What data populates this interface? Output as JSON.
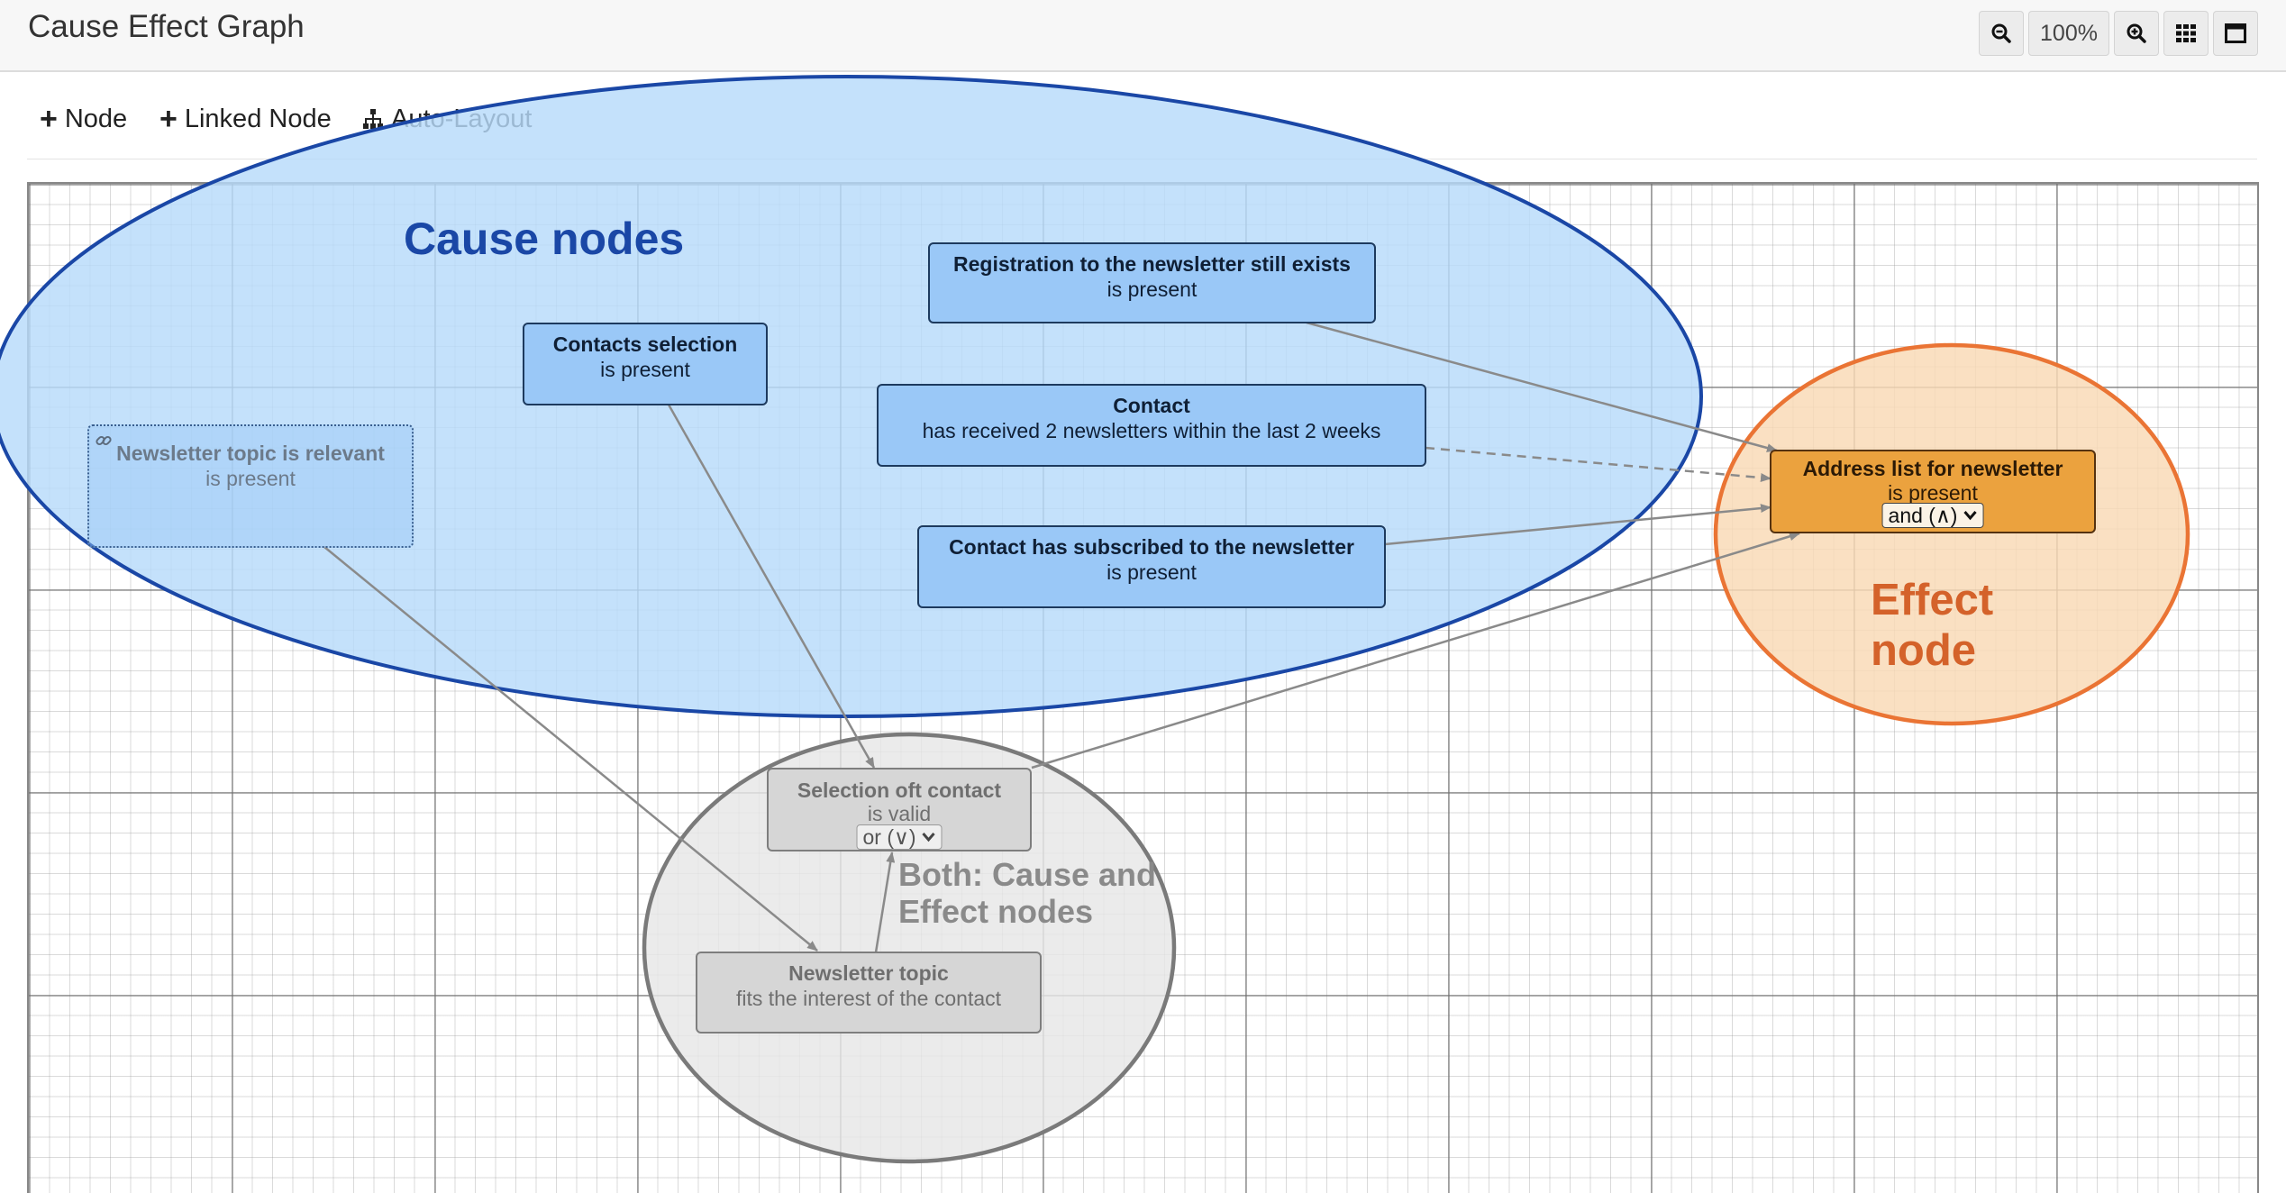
{
  "app": {
    "title": "Cause Effect Graph"
  },
  "header_toolbar": {
    "zoom_level": "100%"
  },
  "actions": {
    "node_label": "Node",
    "linked_node_label": "Linked Node",
    "auto_layout_label": "Auto-Layout"
  },
  "regions": {
    "cause": {
      "label": "Cause nodes",
      "color": "#1a47a6"
    },
    "effect": {
      "label_line1": "Effect",
      "label_line2": "node",
      "color": "#d4622a"
    },
    "both": {
      "label_line1": "Both: Cause and",
      "label_line2": "Effect nodes",
      "color": "#8a8a8a"
    }
  },
  "nodes": {
    "registration": {
      "title": "Registration to the newsletter still exists",
      "state": "is present"
    },
    "contacts_selection": {
      "title": "Contacts selection",
      "state": "is present"
    },
    "contact_received": {
      "title": "Contact",
      "state": "has received 2 newsletters within the last 2 weeks"
    },
    "contact_subscribed": {
      "title": "Contact has subscribed to the newsletter",
      "state": "is present"
    },
    "topic_relevant": {
      "title": "Newsletter topic is relevant",
      "state": "is present"
    },
    "address_list": {
      "title": "Address list for newsletter",
      "state": "is present",
      "operator": "and (∧)"
    },
    "selection_contact": {
      "title": "Selection oft contact",
      "state": "is valid",
      "operator": "or (∨)"
    },
    "newsletter_topic": {
      "title": "Newsletter topic",
      "state": "fits the interest of the contact"
    }
  },
  "colors": {
    "cause_node": "#9ac8f7",
    "effect_node": "#eba23e",
    "mixed_node": "#d6d6d6",
    "cause_region_fill": "#b7dafa",
    "effect_region_fill": "#f9d9b5",
    "both_region_fill": "#e6e6e6"
  }
}
